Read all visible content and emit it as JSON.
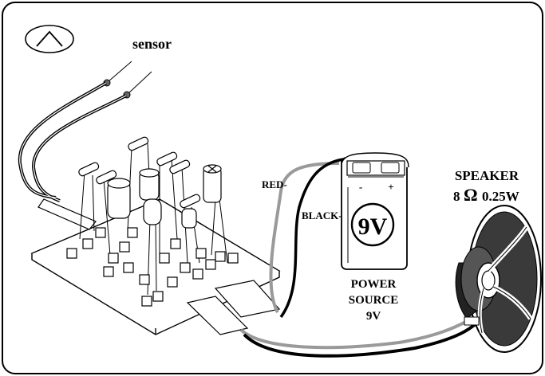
{
  "panel_label": "A",
  "sensor_label": "sensor",
  "wire_red_label": "RED-",
  "wire_black_label": "BLACK-",
  "battery": {
    "face_text": "9V",
    "minus": "-",
    "plus": "+"
  },
  "power_source": {
    "line1": "POWER",
    "line2": "SOURCE",
    "line3": "9V"
  },
  "speaker": {
    "line1": "SPEAKER",
    "impedance_value": "8",
    "impedance_unit": "Ω",
    "power": "0.25W"
  },
  "colors": {
    "line": "#000000",
    "wire_gray": "#9a9a9a",
    "board_fill": "#ffffff"
  }
}
